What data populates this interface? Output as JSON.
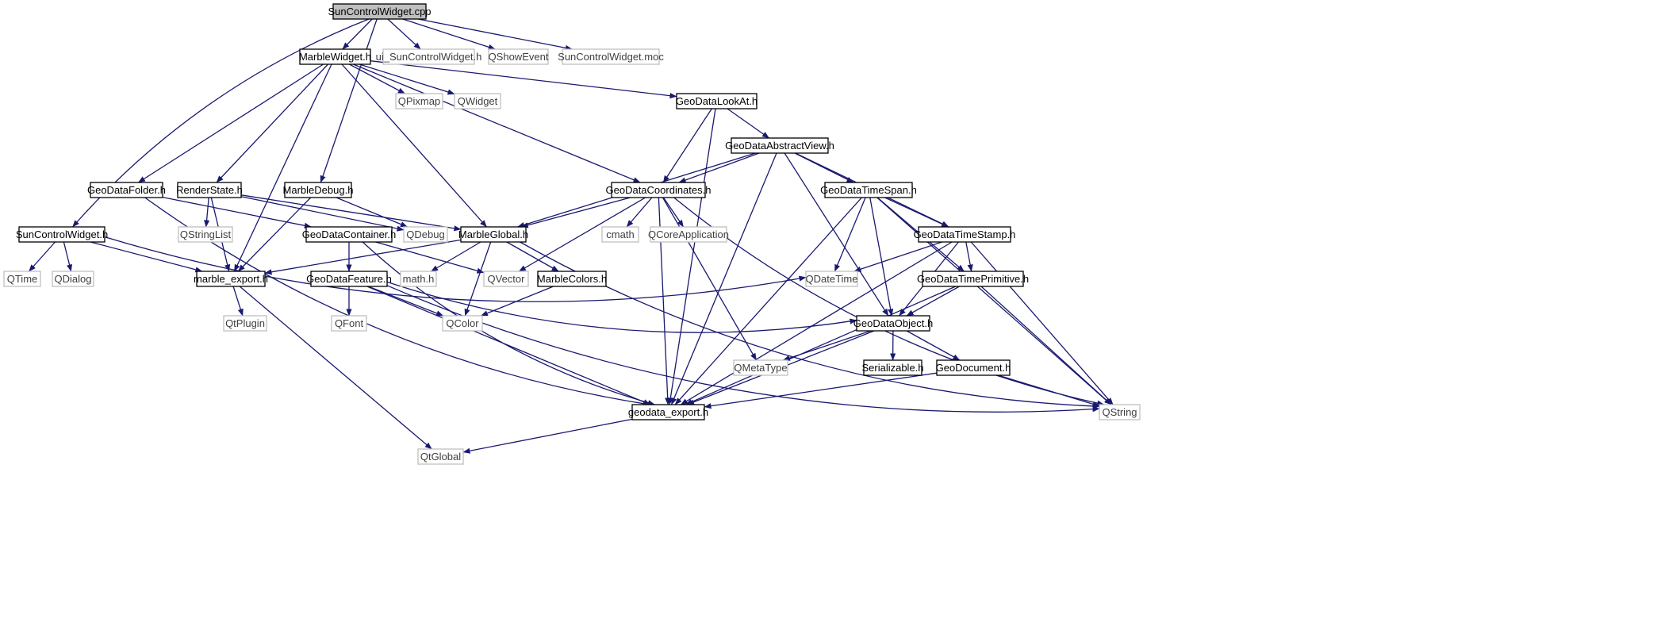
{
  "colors": {
    "edge": "#191970",
    "root_fill": "#bfbfbf",
    "documented_border": "#000000",
    "external_border": "#bfbfbf",
    "external_text": "#3f3f3f",
    "text": "#000000"
  },
  "nodes": [
    {
      "id": "n_sun_cpp",
      "label": "SunControlWidget.cpp",
      "kind": "root"
    },
    {
      "id": "n_marble_widget_h",
      "label": "MarbleWidget.h",
      "kind": "documented"
    },
    {
      "id": "n_ui_sun",
      "label": "ui_SunControlWidget.h",
      "kind": "external"
    },
    {
      "id": "n_qshowevent",
      "label": "QShowEvent",
      "kind": "external"
    },
    {
      "id": "n_sun_moc",
      "label": "SunControlWidget.moc",
      "kind": "external"
    },
    {
      "id": "n_qpixmap",
      "label": "QPixmap",
      "kind": "external"
    },
    {
      "id": "n_qwidget",
      "label": "QWidget",
      "kind": "external"
    },
    {
      "id": "n_lookat",
      "label": "GeoDataLookAt.h",
      "kind": "documented"
    },
    {
      "id": "n_abstractview",
      "label": "GeoDataAbstractView.h",
      "kind": "documented"
    },
    {
      "id": "n_folder",
      "label": "GeoDataFolder.h",
      "kind": "documented"
    },
    {
      "id": "n_renderstate",
      "label": "RenderState.h",
      "kind": "documented"
    },
    {
      "id": "n_marbledebug",
      "label": "MarbleDebug.h",
      "kind": "documented"
    },
    {
      "id": "n_coordinates",
      "label": "GeoDataCoordinates.h",
      "kind": "documented"
    },
    {
      "id": "n_timespan",
      "label": "GeoDataTimeSpan.h",
      "kind": "documented"
    },
    {
      "id": "n_sun_h",
      "label": "SunControlWidget.h",
      "kind": "documented"
    },
    {
      "id": "n_qstringlist",
      "label": "QStringList",
      "kind": "external"
    },
    {
      "id": "n_container",
      "label": "GeoDataContainer.h",
      "kind": "documented"
    },
    {
      "id": "n_qdebug",
      "label": "QDebug",
      "kind": "external"
    },
    {
      "id": "n_marbleglobal",
      "label": "MarbleGlobal.h",
      "kind": "documented"
    },
    {
      "id": "n_cmath",
      "label": "cmath",
      "kind": "external"
    },
    {
      "id": "n_qcoreapp",
      "label": "QCoreApplication",
      "kind": "external"
    },
    {
      "id": "n_timestamp",
      "label": "GeoDataTimeStamp.h",
      "kind": "documented"
    },
    {
      "id": "n_qtime",
      "label": "QTime",
      "kind": "external"
    },
    {
      "id": "n_qdialog",
      "label": "QDialog",
      "kind": "external"
    },
    {
      "id": "n_marble_export",
      "label": "marble_export.h",
      "kind": "documented"
    },
    {
      "id": "n_feature",
      "label": "GeoDataFeature.h",
      "kind": "documented"
    },
    {
      "id": "n_mathh",
      "label": "math.h",
      "kind": "external"
    },
    {
      "id": "n_qvector",
      "label": "QVector",
      "kind": "external"
    },
    {
      "id": "n_marblecolors",
      "label": "MarbleColors.h",
      "kind": "documented"
    },
    {
      "id": "n_qdatetime",
      "label": "QDateTime",
      "kind": "external"
    },
    {
      "id": "n_timeprimitive",
      "label": "GeoDataTimePrimitive.h",
      "kind": "documented"
    },
    {
      "id": "n_qtplugin",
      "label": "QtPlugin",
      "kind": "external"
    },
    {
      "id": "n_qfont",
      "label": "QFont",
      "kind": "external"
    },
    {
      "id": "n_qcolor",
      "label": "QColor",
      "kind": "external"
    },
    {
      "id": "n_object",
      "label": "GeoDataObject.h",
      "kind": "documented"
    },
    {
      "id": "n_qmetatype",
      "label": "QMetaType",
      "kind": "external"
    },
    {
      "id": "n_serializable",
      "label": "Serializable.h",
      "kind": "documented"
    },
    {
      "id": "n_document",
      "label": "GeoDocument.h",
      "kind": "documented"
    },
    {
      "id": "n_geodata_export",
      "label": "geodata_export.h",
      "kind": "documented"
    },
    {
      "id": "n_qstring",
      "label": "QString",
      "kind": "external"
    },
    {
      "id": "n_qtglobal",
      "label": "QtGlobal",
      "kind": "external"
    }
  ],
  "edges": [
    [
      "n_sun_cpp",
      "n_marble_widget_h"
    ],
    [
      "n_sun_cpp",
      "n_ui_sun"
    ],
    [
      "n_sun_cpp",
      "n_qshowevent"
    ],
    [
      "n_sun_cpp",
      "n_sun_moc"
    ],
    [
      "n_sun_cpp",
      "n_sun_h"
    ],
    [
      "n_sun_cpp",
      "n_marbledebug"
    ],
    [
      "n_marble_widget_h",
      "n_qpixmap"
    ],
    [
      "n_marble_widget_h",
      "n_qwidget"
    ],
    [
      "n_marble_widget_h",
      "n_lookat"
    ],
    [
      "n_marble_widget_h",
      "n_folder"
    ],
    [
      "n_marble_widget_h",
      "n_renderstate"
    ],
    [
      "n_marble_widget_h",
      "n_coordinates"
    ],
    [
      "n_marble_widget_h",
      "n_marbleglobal"
    ],
    [
      "n_marble_widget_h",
      "n_marble_export"
    ],
    [
      "n_lookat",
      "n_abstractview"
    ],
    [
      "n_lookat",
      "n_coordinates"
    ],
    [
      "n_lookat",
      "n_geodata_export"
    ],
    [
      "n_abstractview",
      "n_coordinates"
    ],
    [
      "n_abstractview",
      "n_timespan"
    ],
    [
      "n_abstractview",
      "n_timestamp"
    ],
    [
      "n_abstractview",
      "n_object"
    ],
    [
      "n_abstractview",
      "n_marbleglobal"
    ],
    [
      "n_abstractview",
      "n_geodata_export"
    ],
    [
      "n_folder",
      "n_container"
    ],
    [
      "n_folder",
      "n_geodata_export"
    ],
    [
      "n_renderstate",
      "n_qstringlist"
    ],
    [
      "n_renderstate",
      "n_qdebug"
    ],
    [
      "n_renderstate",
      "n_marbleglobal"
    ],
    [
      "n_renderstate",
      "n_marble_export"
    ],
    [
      "n_marbledebug",
      "n_qdebug"
    ],
    [
      "n_marbledebug",
      "n_marble_export"
    ],
    [
      "n_coordinates",
      "n_marbleglobal"
    ],
    [
      "n_coordinates",
      "n_cmath"
    ],
    [
      "n_coordinates",
      "n_qcoreapp"
    ],
    [
      "n_coordinates",
      "n_qvector"
    ],
    [
      "n_coordinates",
      "n_qmetatype"
    ],
    [
      "n_coordinates",
      "n_geodata_export"
    ],
    [
      "n_coordinates",
      "n_qstring"
    ],
    [
      "n_timespan",
      "n_timestamp"
    ],
    [
      "n_timespan",
      "n_qdatetime"
    ],
    [
      "n_timespan",
      "n_timeprimitive"
    ],
    [
      "n_timespan",
      "n_object"
    ],
    [
      "n_timespan",
      "n_geodata_export"
    ],
    [
      "n_timespan",
      "n_qstring"
    ],
    [
      "n_sun_h",
      "n_qtime"
    ],
    [
      "n_sun_h",
      "n_qdialog"
    ],
    [
      "n_sun_h",
      "n_marble_export"
    ],
    [
      "n_sun_h",
      "n_qdatetime"
    ],
    [
      "n_container",
      "n_feature"
    ],
    [
      "n_container",
      "n_qvector"
    ],
    [
      "n_container",
      "n_geodata_export"
    ],
    [
      "n_marbleglobal",
      "n_marble_export"
    ],
    [
      "n_marbleglobal",
      "n_mathh"
    ],
    [
      "n_marbleglobal",
      "n_qcolor"
    ],
    [
      "n_marbleglobal",
      "n_marblecolors"
    ],
    [
      "n_marbleglobal",
      "n_qstring"
    ],
    [
      "n_timestamp",
      "n_qdatetime"
    ],
    [
      "n_timestamp",
      "n_timeprimitive"
    ],
    [
      "n_timestamp",
      "n_object"
    ],
    [
      "n_timestamp",
      "n_geodata_export"
    ],
    [
      "n_timestamp",
      "n_qstring"
    ],
    [
      "n_marble_export",
      "n_qtplugin"
    ],
    [
      "n_marble_export",
      "n_qtglobal"
    ],
    [
      "n_feature",
      "n_qfont"
    ],
    [
      "n_feature",
      "n_qcolor"
    ],
    [
      "n_feature",
      "n_object"
    ],
    [
      "n_feature",
      "n_geodata_export"
    ],
    [
      "n_feature",
      "n_qstring"
    ],
    [
      "n_marblecolors",
      "n_qcolor"
    ],
    [
      "n_timeprimitive",
      "n_object"
    ],
    [
      "n_timeprimitive",
      "n_geodata_export"
    ],
    [
      "n_timeprimitive",
      "n_qstring"
    ],
    [
      "n_object",
      "n_qmetatype"
    ],
    [
      "n_object",
      "n_serializable"
    ],
    [
      "n_object",
      "n_document"
    ],
    [
      "n_object",
      "n_geodata_export"
    ],
    [
      "n_document",
      "n_geodata_export"
    ],
    [
      "n_document",
      "n_qstring"
    ],
    [
      "n_geodata_export",
      "n_qtglobal"
    ]
  ]
}
